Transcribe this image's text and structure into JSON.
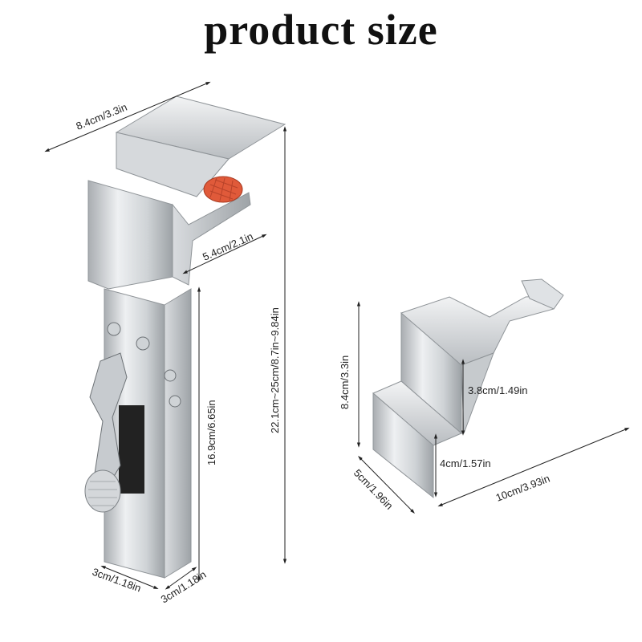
{
  "title": "product size",
  "lock": {
    "top_width": "8.4cm/3.3in",
    "hook_depth": "5.4cm/2.1in",
    "body_height": "16.9cm/6.65in",
    "total_height": "22.1cm~25cm/8.7in~9.84in",
    "base_width": "3cm/1.18in",
    "base_depth": "3cm/1.18in"
  },
  "bracket": {
    "height": "8.4cm/3.3in",
    "upper_step": "3.8cm/1.49in",
    "lower_step": "4cm/1.57in",
    "width": "5cm/1.96in",
    "length": "10cm/3.93in"
  },
  "colors": {
    "metal_light": "#e6e8ea",
    "metal_mid": "#c4c8cc",
    "metal_dark": "#8d9296",
    "accent": "#e05a3a"
  }
}
